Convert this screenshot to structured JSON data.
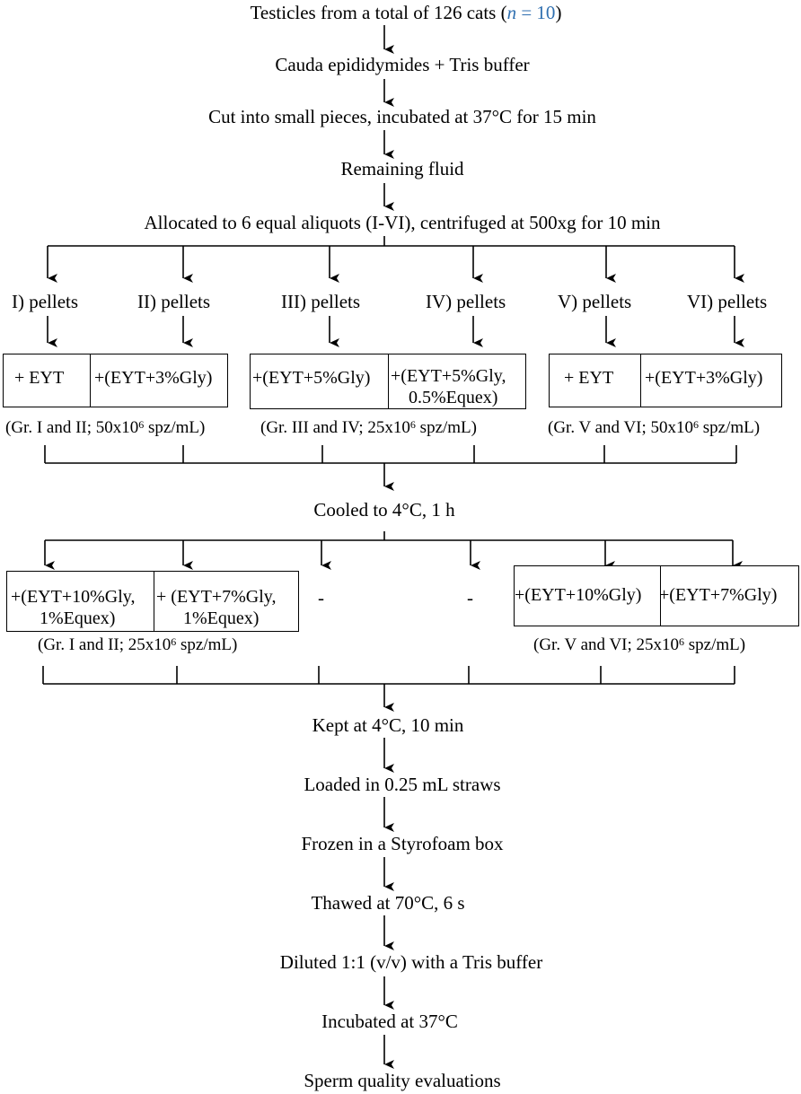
{
  "steps": {
    "s1_before": "Testicles from a total of 126 cats (",
    "s1_n": "n",
    "s1_eq": " = 10",
    "s1_after": ")",
    "s2": "Cauda epididymides + Tris buffer",
    "s3": "Cut into small pieces, incubated at 37°C for 15 min",
    "s4": "Remaining fluid",
    "s5": "Allocated to 6 equal aliquots (I-VI), centrifuged at 500xg for 10 min",
    "cooled": "Cooled to 4°C, 1 h",
    "kept": "Kept at 4°C, 10 min",
    "loaded": "Loaded in 0.25 mL straws",
    "frozen": "Frozen in a Styrofoam box",
    "thawed": "Thawed at 70°C, 6 s",
    "diluted": "Diluted 1:1 (v/v) with a Tris buffer",
    "incubated": "Incubated at 37°C",
    "final": "Sperm quality evaluations"
  },
  "pellets": {
    "p1": "I)  pellets",
    "p2": "II) pellets",
    "p3": "III) pellets",
    "p4": "IV) pellets",
    "p5": "V) pellets",
    "p6": "VI) pellets"
  },
  "box1": {
    "a": "+ EYT",
    "b": "+(EYT+3%Gly)",
    "c": "+(EYT+5%Gly)",
    "d1": "+(EYT+5%Gly,",
    "d2": "0.5%Equex)",
    "e": "+ EYT",
    "f": "+(EYT+3%Gly)"
  },
  "groups1": {
    "g1_pre": "(Gr. I and II; 50x10",
    "g1_sup": "6",
    "g1_post": " spz/mL)",
    "g2": "(Gr. III and IV; 25x10",
    "g2_sup": "6",
    "g2_post": " spz/mL)",
    "g3_pre": "(Gr. V and VI; 50x10",
    "g3_sup": "6",
    "g3_post": " spz/mL)"
  },
  "box2": {
    "a1": "+(EYT+10%Gly,",
    "a2": "1%Equex)",
    "b1": "+ (EYT+7%Gly,",
    "b2": "1%Equex)",
    "dash1": "-",
    "dash2": "-",
    "e": "+(EYT+10%Gly)",
    "f": "+(EYT+7%Gly)"
  },
  "groups2": {
    "g1_pre": "(Gr. I and II; 25x10",
    "g1_sup": "6",
    "g1_post": " spz/mL)",
    "g3_pre": "(Gr. V and VI; 25x10",
    "g3_sup": "6",
    "g3_post": " spz/mL)"
  }
}
